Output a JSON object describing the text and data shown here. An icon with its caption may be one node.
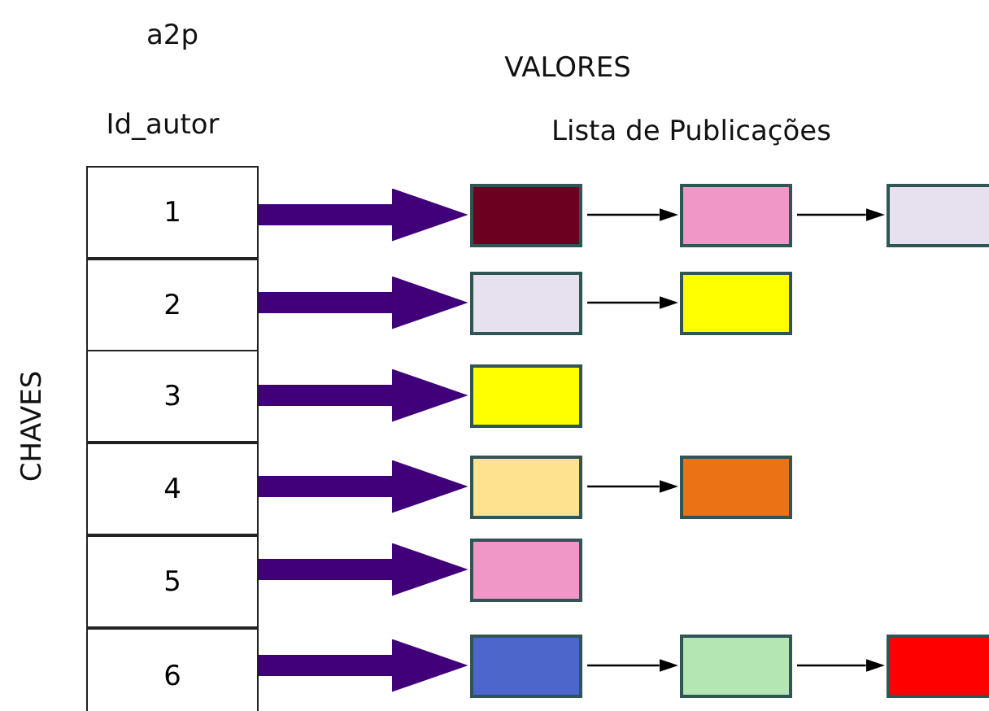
{
  "diagram": {
    "title": "a2p",
    "nodes": [
      {
        "text": [
          "1"
        ]
      },
      {
        "text": [
          "2"
        ]
      },
      {
        "text": [
          "3"
        ]
      },
      {
        "text": [
          "4"
        ]
      },
      {
        "text": [
          "5"
        ]
      },
      {
        "text": [
          "6"
        ]
      },
      {
        "text": [],
        "shape": "box"
      },
      {
        "text": [],
        "shape": "box"
      },
      {
        "text": [],
        "shape": "box"
      },
      {
        "text": [],
        "shape": "box"
      },
      {
        "text": [],
        "shape": "box"
      },
      {
        "text": [],
        "shape": "box"
      },
      {
        "text": [],
        "shape": "box"
      },
      {
        "text": [],
        "shape": "box"
      },
      {
        "text": [],
        "shape": "box"
      },
      {
        "text": [],
        "shape": "box"
      },
      {
        "text": [],
        "shape": "box"
      },
      {
        "text": [],
        "shape": "box"
      }
    ],
    "edges": [
      {
        "from": 0,
        "to": 6,
        "arrow": "to",
        "style": "thick",
        "color": "#40007a"
      },
      {
        "from": 1,
        "to": 9,
        "arrow": "to",
        "style": "thick",
        "color": "#40007a"
      },
      {
        "from": 2,
        "to": 11,
        "arrow": "to",
        "style": "thick",
        "color": "#40007a"
      },
      {
        "from": 3,
        "to": 12,
        "arrow": "to",
        "style": "thick",
        "color": "#40007a"
      },
      {
        "from": 4,
        "to": 14,
        "arrow": "to",
        "style": "thick",
        "color": "#40007a"
      },
      {
        "from": 5,
        "to": 15,
        "arrow": "to",
        "style": "thick",
        "color": "#40007a"
      },
      {
        "from": 6,
        "to": 7,
        "arrow": "to",
        "color": "#000000"
      },
      {
        "from": 7,
        "to": 8,
        "arrow": "to",
        "color": "#000000"
      },
      {
        "from": 9,
        "to": 10,
        "arrow": "to",
        "color": "#000000"
      },
      {
        "from": 12,
        "to": 13,
        "arrow": "to",
        "color": "#000000"
      },
      {
        "from": 15,
        "to": 16,
        "arrow": "to",
        "color": "#000000"
      },
      {
        "from": 16,
        "to": 17,
        "arrow": "to",
        "color": "#000000"
      }
    ],
    "labels": [
      "VALORES",
      "Id_autor",
      "Lista de Publicações",
      "CHAVES"
    ]
  }
}
